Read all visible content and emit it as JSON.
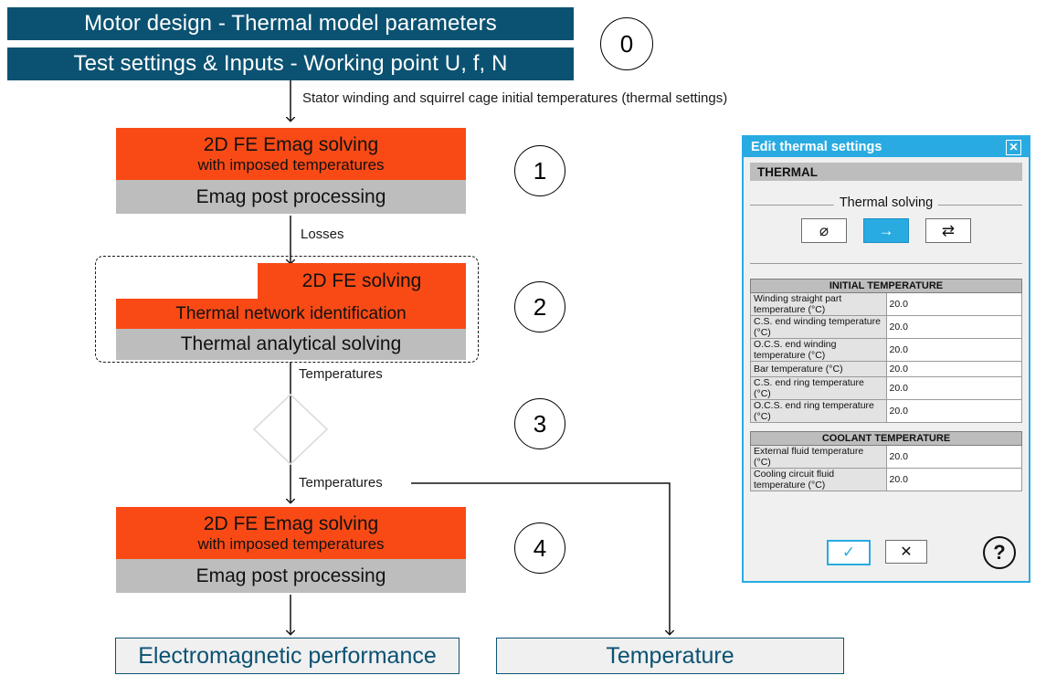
{
  "diagram": {
    "headers": [
      {
        "label": "Motor design - Thermal model parameters"
      },
      {
        "label": "Test settings & Inputs - Working point U, f, N"
      }
    ],
    "step_numbers": [
      "0",
      "1",
      "2",
      "3",
      "4"
    ],
    "connector_labels": {
      "initial_temps": "Stator winding and squirrel cage initial temperatures (thermal settings)",
      "losses": "Losses",
      "temperatures_1": "Temperatures",
      "temperatures_2": "Temperatures"
    },
    "step1": {
      "orange_line1": "2D FE Emag solving",
      "orange_line2": "with imposed temperatures",
      "grey_label": "Emag post processing"
    },
    "step2": {
      "fe_solving_label": "2D FE solving",
      "orange_label": "Thermal network identification",
      "grey_label": "Thermal analytical solving"
    },
    "step4": {
      "orange_line1": "2D FE Emag solving",
      "orange_line2": "with imposed temperatures",
      "grey_label": "Emag post processing"
    },
    "results": [
      {
        "label": "Electromagnetic performance"
      },
      {
        "label": "Temperature"
      }
    ],
    "colors": {
      "header_teal": "#0b5272",
      "process_orange": "#f94a16",
      "process_grey": "#bdbdbd",
      "result_fill": "#f0f0f0",
      "dialog_blue": "#29abe2"
    }
  },
  "dialog": {
    "title": "Edit thermal settings",
    "close_label": "✕",
    "tab_label": "THERMAL",
    "thermal_solving": {
      "legend": "Thermal solving",
      "buttons": [
        {
          "name": "none",
          "glyph": "⌀",
          "selected": false
        },
        {
          "name": "one-way",
          "glyph": "→",
          "selected": true
        },
        {
          "name": "two-way",
          "glyph": "⇄",
          "selected": false
        }
      ]
    },
    "initial_temperature": {
      "header": "INITIAL TEMPERATURE",
      "rows": [
        {
          "label": "Winding straight part temperature (°C)",
          "value": "20.0"
        },
        {
          "label": "C.S. end winding temperature (°C)",
          "value": "20.0"
        },
        {
          "label": "O.C.S. end winding temperature (°C)",
          "value": "20.0"
        },
        {
          "label": "Bar temperature (°C)",
          "value": "20.0"
        },
        {
          "label": "C.S. end ring temperature (°C)",
          "value": "20.0"
        },
        {
          "label": "O.C.S. end ring temperature (°C)",
          "value": "20.0"
        }
      ]
    },
    "coolant_temperature": {
      "header": "COOLANT TEMPERATURE",
      "rows": [
        {
          "label": "External fluid temperature (°C)",
          "value": "20.0"
        },
        {
          "label": "Cooling circuit fluid temperature (°C)",
          "value": "20.0"
        }
      ]
    },
    "footer": {
      "ok_glyph": "✓",
      "cancel_glyph": "✕",
      "help_glyph": "?"
    }
  }
}
